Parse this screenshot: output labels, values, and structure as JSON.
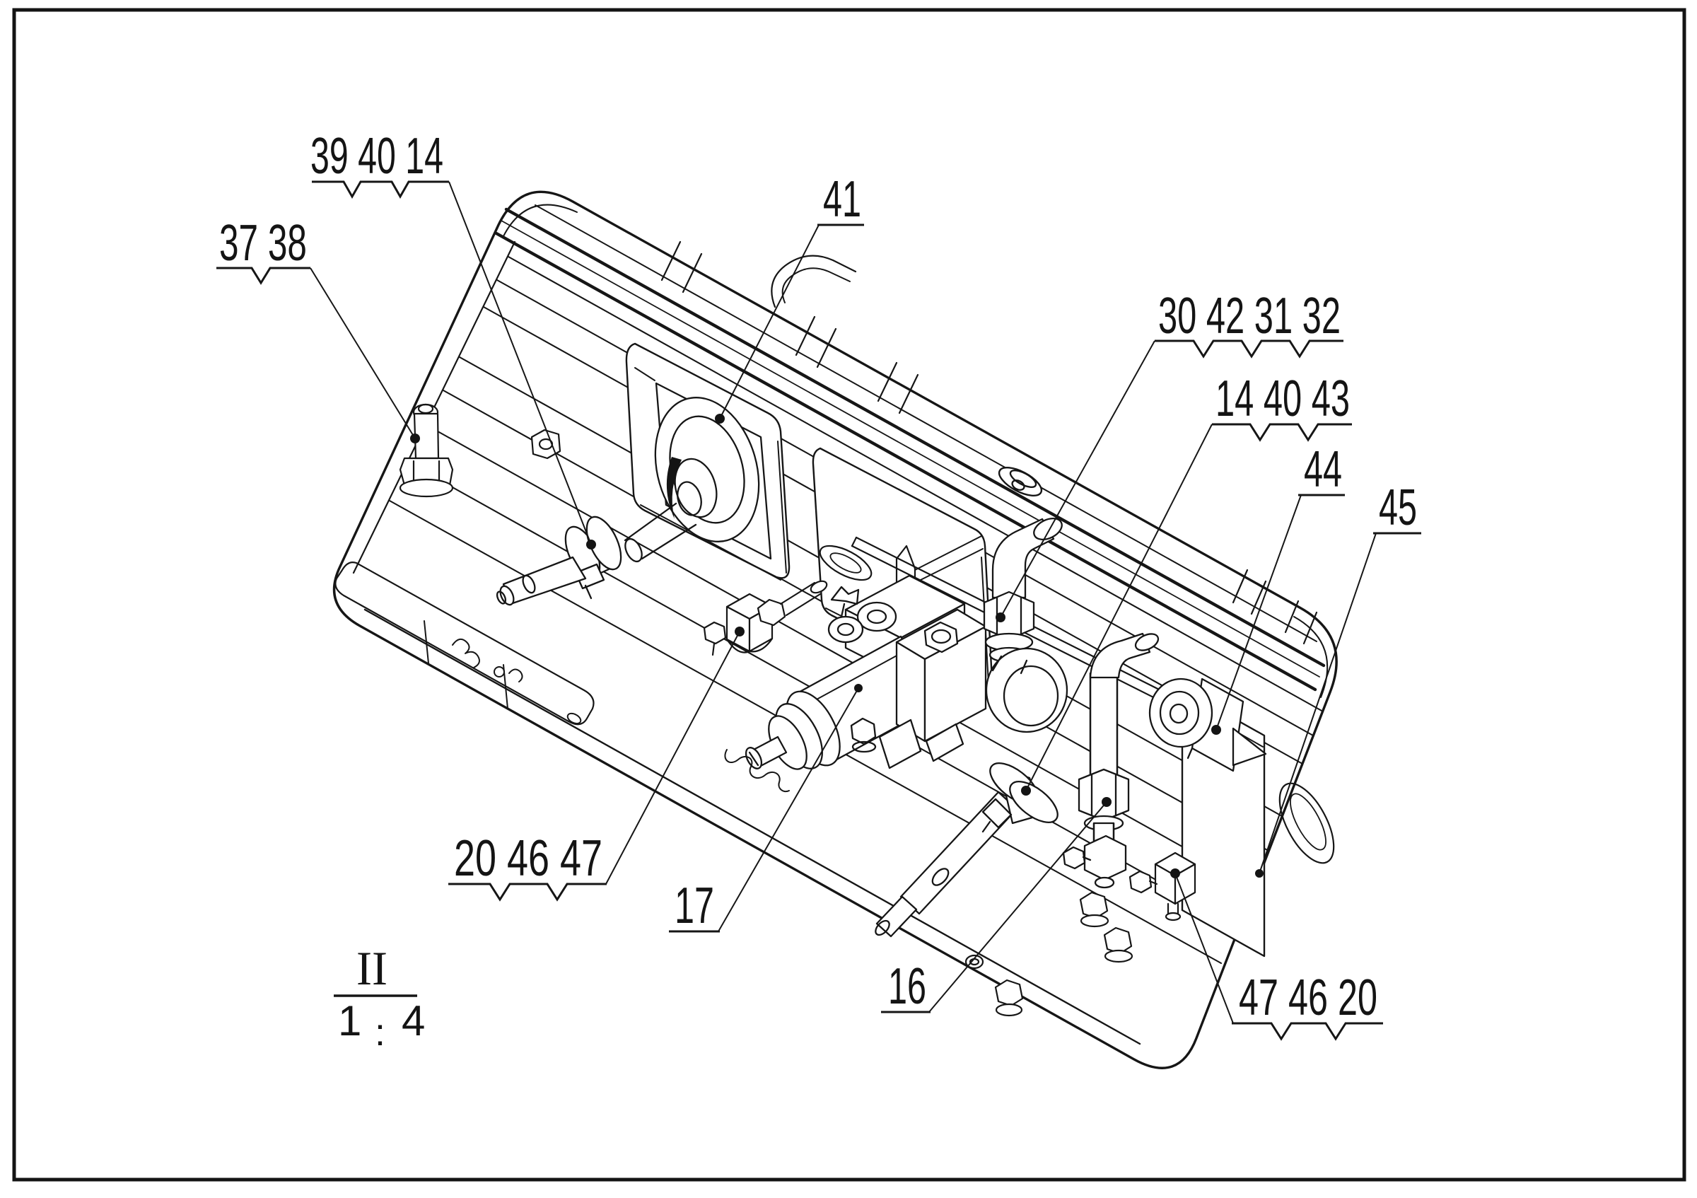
{
  "figure": {
    "callouts": [
      {
        "id": "39-40-14",
        "text": "39 40 14"
      },
      {
        "id": "37-38",
        "text": "37 38"
      },
      {
        "id": "41",
        "text": "41"
      },
      {
        "id": "30-42-31-32",
        "text": "30 42 31 32"
      },
      {
        "id": "14-40-43",
        "text": "14 40 43"
      },
      {
        "id": "44",
        "text": "44"
      },
      {
        "id": "45",
        "text": "45"
      },
      {
        "id": "20-46-47",
        "text": "20 46 47"
      },
      {
        "id": "17",
        "text": "17"
      },
      {
        "id": "16",
        "text": "16"
      },
      {
        "id": "47-46-20",
        "text": "47 46 20"
      }
    ],
    "view": {
      "label": "II",
      "scale_numerator": "1",
      "scale_separator": ":",
      "scale_denominator": "4"
    }
  }
}
